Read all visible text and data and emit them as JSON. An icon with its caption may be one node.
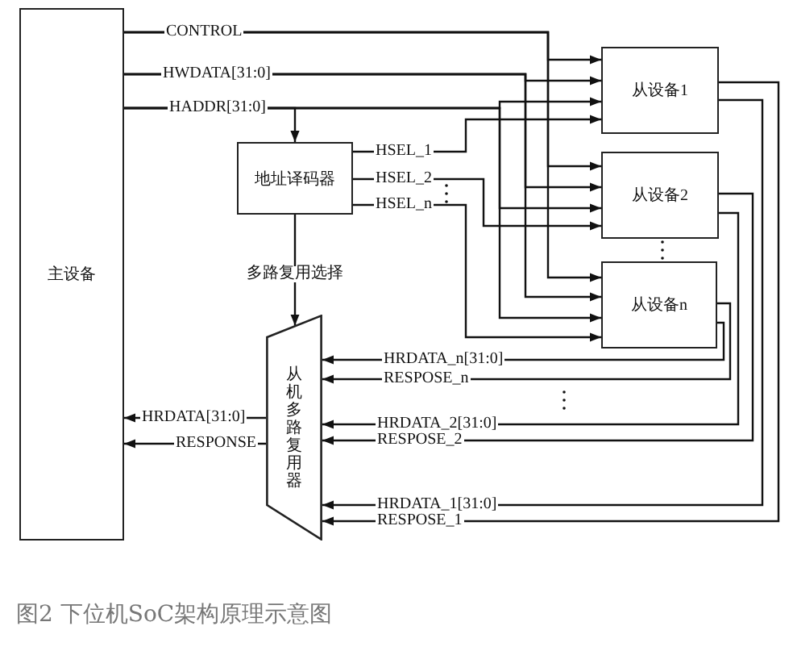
{
  "diagram": {
    "caption": "图2 下位机SoC架构原理示意图",
    "nodes": [
      {
        "text": [
          "主设备"
        ]
      },
      {
        "text": [
          "从设备1"
        ]
      },
      {
        "text": [
          "从设备2"
        ]
      },
      {
        "text": [
          "从设备n"
        ]
      },
      {
        "text": [
          "地址译码器"
        ]
      },
      {
        "text": [
          "从机多路复用器"
        ]
      }
    ],
    "edges": [
      {
        "from": 0,
        "to": 1,
        "arrow": "to",
        "label": "CONTROL"
      },
      {
        "from": 0,
        "to": 2,
        "arrow": "to"
      },
      {
        "from": 0,
        "to": 3,
        "arrow": "to"
      },
      {
        "from": 0,
        "to": 1,
        "arrow": "to",
        "label": "HWDATA[31:0]"
      },
      {
        "from": 0,
        "to": 2,
        "arrow": "to"
      },
      {
        "from": 0,
        "to": 3,
        "arrow": "to"
      },
      {
        "from": 0,
        "to": 1,
        "arrow": "to",
        "label": "HADDR[31:0]"
      },
      {
        "from": 0,
        "to": 2,
        "arrow": "to"
      },
      {
        "from": 0,
        "to": 3,
        "arrow": "to"
      },
      {
        "from": 0,
        "to": 4,
        "arrow": "to"
      },
      {
        "from": 4,
        "to": 1,
        "arrow": "to",
        "label": "HSEL_1"
      },
      {
        "from": 4,
        "to": 2,
        "arrow": "to",
        "label": "HSEL_2"
      },
      {
        "from": 4,
        "to": 3,
        "arrow": "to",
        "label": "HSEL_n"
      },
      {
        "from": 4,
        "to": 5,
        "arrow": "to",
        "label": "多路复用选择"
      },
      {
        "from": 3,
        "to": 5,
        "arrow": "to",
        "label": "HRDATA_n[31:0]"
      },
      {
        "from": 3,
        "to": 5,
        "arrow": "to",
        "label": "RESPOSE_n"
      },
      {
        "from": 2,
        "to": 5,
        "arrow": "to",
        "label": "HRDATA_2[31:0]"
      },
      {
        "from": 2,
        "to": 5,
        "arrow": "to",
        "label": "RESPOSE_2"
      },
      {
        "from": 1,
        "to": 5,
        "arrow": "to",
        "label": "HRDATA_1[31:0]"
      },
      {
        "from": 1,
        "to": 5,
        "arrow": "to",
        "label": "RESPOSE_1"
      },
      {
        "from": 5,
        "to": 0,
        "arrow": "to",
        "label": "HRDATA[31:0]"
      },
      {
        "from": 5,
        "to": 0,
        "arrow": "to",
        "label": "RESPONSE"
      }
    ]
  }
}
